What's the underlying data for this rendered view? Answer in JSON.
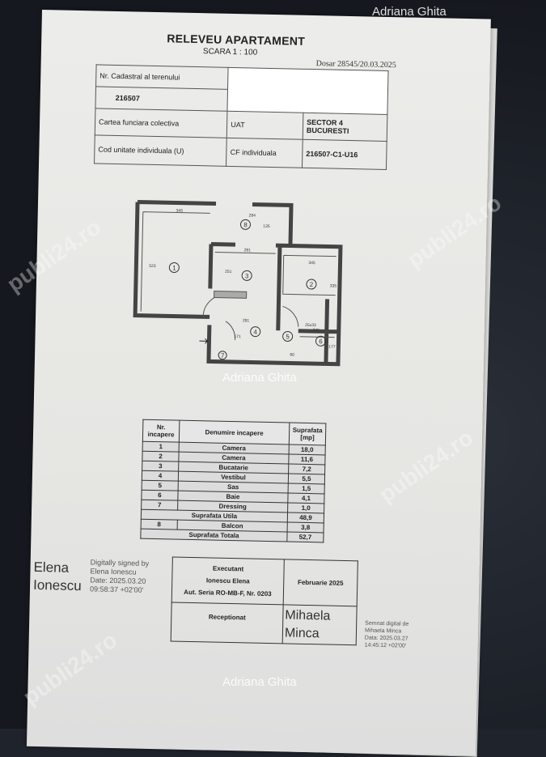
{
  "document": {
    "title": "RELEVEU APARTAMENT",
    "scale": "SCARA 1 : 100",
    "dosar": "Dosar 28545/20.03.2025",
    "header_table": {
      "cadastral_label": "Nr. Cadastral al terenului",
      "cadastral_value": "216507",
      "carte_label": "Cartea funciara colectiva",
      "uat_label": "UAT",
      "uat_value": "SECTOR 4 BUCURESTI",
      "cod_label": "Cod unitate individuala (U)",
      "cf_label": "CF individuala",
      "cf_value": "216507-C1-U16"
    },
    "plan": {
      "room_numbers": [
        "1",
        "2",
        "3",
        "4",
        "5",
        "6",
        "7",
        "8"
      ],
      "dimensions": [
        "345",
        "284",
        "135",
        "281",
        "523",
        "251",
        "345",
        "335",
        "281",
        "171",
        "245",
        "177",
        "60",
        "25x33"
      ]
    },
    "rooms_table": {
      "headers": [
        "Nr. incapere",
        "Denumire incapere",
        "Suprafata [mp]"
      ],
      "rows": [
        {
          "nr": "1",
          "name": "Camera",
          "area": "18,0"
        },
        {
          "nr": "2",
          "name": "Camera",
          "area": "11,6"
        },
        {
          "nr": "3",
          "name": "Bucatarie",
          "area": "7,2"
        },
        {
          "nr": "4",
          "name": "Vestibul",
          "area": "5,5"
        },
        {
          "nr": "5",
          "name": "Sas",
          "area": "1,5"
        },
        {
          "nr": "6",
          "name": "Baie",
          "area": "4,1"
        },
        {
          "nr": "7",
          "name": "Dressing",
          "area": "1,0"
        }
      ],
      "util_label": "Suprafata Utila",
      "util_value": "48,9",
      "balcon": {
        "nr": "8",
        "name": "Balcon",
        "area": "3,8"
      },
      "total_label": "Suprafata Totala",
      "total_value": "52,7"
    },
    "signatures": {
      "executant_label": "Executant",
      "executant_name": "Ionescu Elena",
      "authorization": "Aut. Seria RO-MB-F, Nr. 0203",
      "date": "Februarie 2025",
      "receptionat_label": "Receptionat",
      "hand1_line1": "Elena",
      "hand1_line2": "Ionescu",
      "digital1": [
        "Digitally signed by",
        "Elena Ionescu",
        "Date: 2025.03.20",
        "09:58:37 +02'00'"
      ],
      "hand2_line1": "Mihaela",
      "hand2_line2": "Minca",
      "digital2": [
        "Semnat digital de",
        "Mihaela Minca",
        "Data: 2025.03.27",
        "14:45:12 +02'00'"
      ]
    }
  },
  "watermarks": {
    "site": "publi24.ro",
    "author": "Adriana Ghita"
  }
}
